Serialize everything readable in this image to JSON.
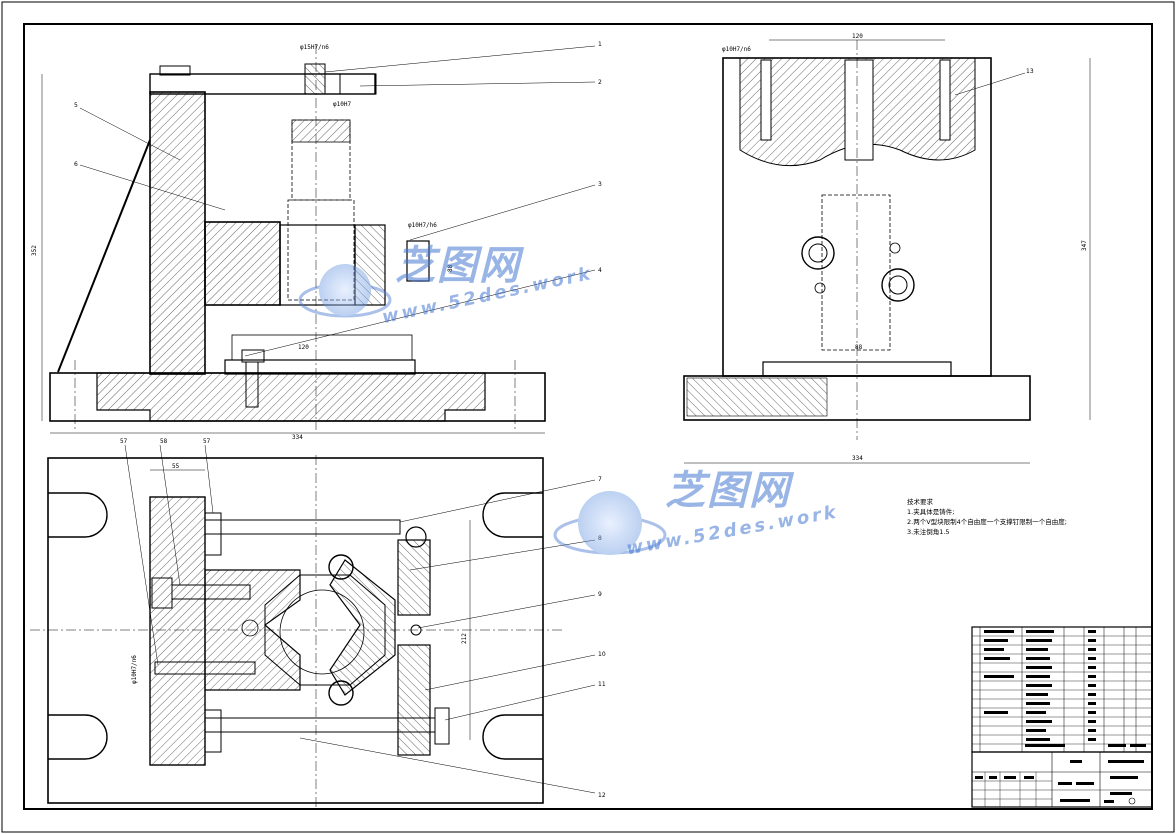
{
  "watermark": {
    "brand": "芝图网",
    "url": "www.52des.work"
  },
  "dimensions": {
    "top_fit_1": "φ15H7/n6",
    "top_fit_2": "φ10H7",
    "side_fit": "φ10H7/h6",
    "base_width": "334",
    "overall_height": "352",
    "mid_dim": "120",
    "mid_dim2": "88",
    "right_top_fit": "φ10H7/n6",
    "right_top_width": "120",
    "right_height": "347",
    "right_base_width": "334",
    "right_mid_dim": "88",
    "plan_dim_1": "57",
    "plan_dim_2": "58",
    "plan_dim_3": "57",
    "plan_dim_4": "55",
    "plan_fit": "φ10H7/n6",
    "plan_height": "212"
  },
  "balloons": [
    "1",
    "2",
    "3",
    "4",
    "5",
    "6",
    "7",
    "8",
    "9",
    "10",
    "11",
    "12",
    "13"
  ],
  "notes": {
    "title": "技术要求",
    "line1": "1.夹具体是铸件;",
    "line2": "2.两个V型块限制4个自由度一个支撑钉限制一个自由度;",
    "line3": "3.未注倒角1.5"
  },
  "colors": {
    "line": "#000000",
    "watermark": "#4678d2"
  }
}
